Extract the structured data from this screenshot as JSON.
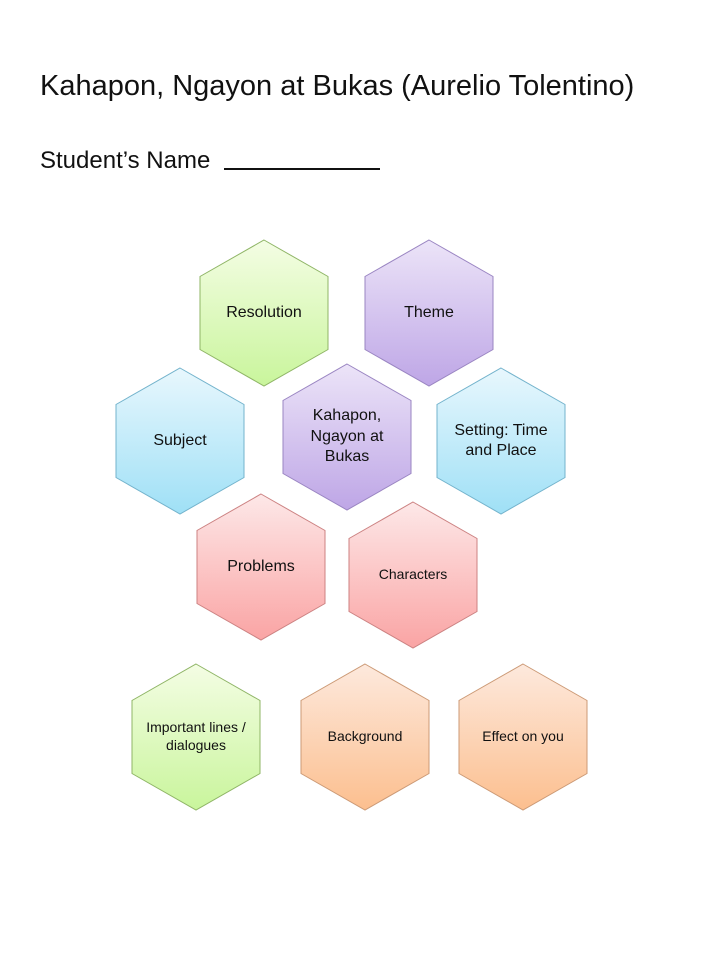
{
  "header": {
    "title": "Kahapon, Ngayon at Bukas (Aurelio Tolentino)",
    "student_label": "Student’s Name"
  },
  "colors": {
    "green": {
      "top": "#f4fde4",
      "bottom": "#c9f59c",
      "stroke": "#8fb566"
    },
    "purple": {
      "top": "#ece4f8",
      "bottom": "#bea6e6",
      "stroke": "#9a85c2"
    },
    "blue": {
      "top": "#e8f7fd",
      "bottom": "#9fe0f6",
      "stroke": "#73b3cc"
    },
    "red": {
      "top": "#fde8e8",
      "bottom": "#faa4a4",
      "stroke": "#cc8282"
    },
    "orange": {
      "top": "#fde9dd",
      "bottom": "#fcbf8f",
      "stroke": "#cc9a76"
    }
  },
  "hexagons": {
    "resolution": "Resolution",
    "theme": "Theme",
    "subject": "Subject",
    "center": "Kahapon, Ngayon at Bukas",
    "setting": "Setting: Time and Place",
    "problems": "Problems",
    "characters": "Characters",
    "important_lines": "Important lines / dialogues",
    "background": "Background",
    "effect": "Effect on you"
  }
}
